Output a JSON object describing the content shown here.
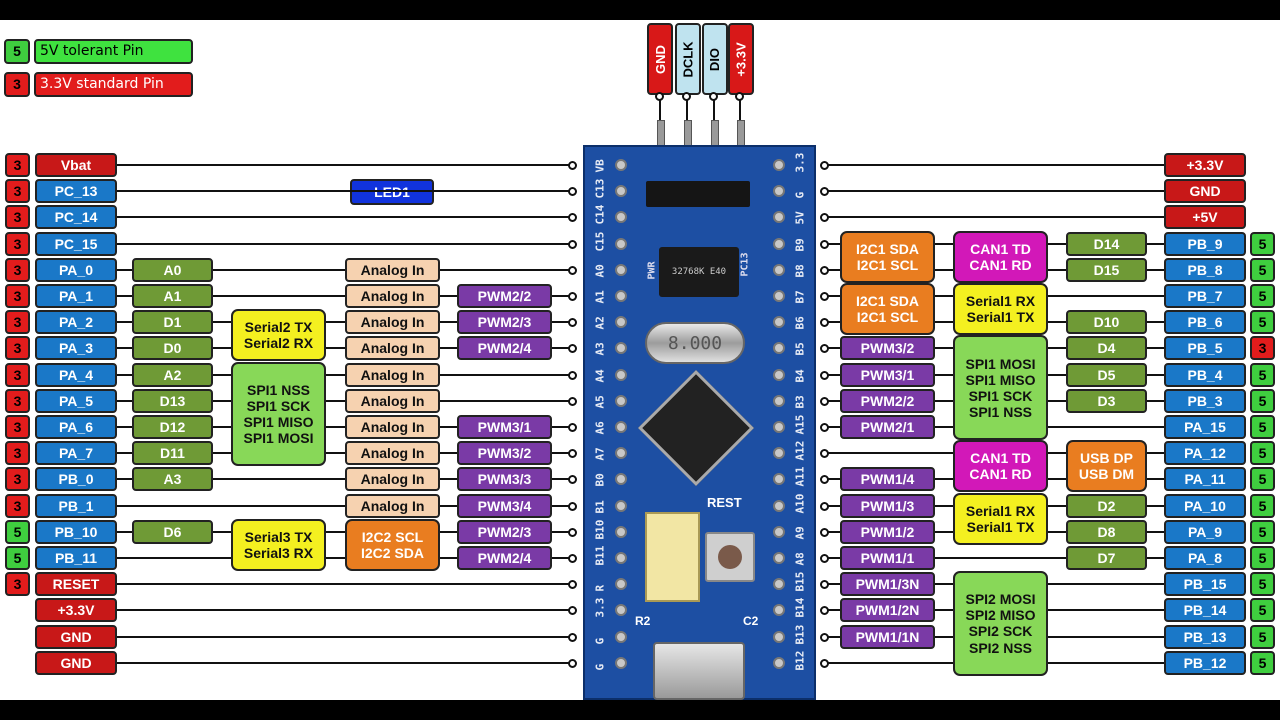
{
  "legend": [
    {
      "num": "5",
      "text": "5V tolerant Pin",
      "num_color": "#3fce3f",
      "color": "#3fe23f"
    },
    {
      "num": "3",
      "text": "3.3V standard Pin",
      "num_color": "#e21c1c",
      "color": "#e21c1c"
    }
  ],
  "top_header": [
    {
      "label": "GND",
      "color": "#d81818"
    },
    {
      "label": "DCLK",
      "color": "#bfe3ef"
    },
    {
      "label": "DIO",
      "color": "#bfe3ef"
    },
    {
      "label": "+3.3V",
      "color": "#d81818"
    }
  ],
  "board": {
    "left_pins": [
      "VB",
      "C13",
      "C14",
      "C15",
      "A0",
      "A1",
      "A2",
      "A3",
      "A4",
      "A5",
      "A6",
      "A7",
      "B0",
      "B1",
      "B10",
      "B11",
      "R",
      "3.3",
      "G",
      "G"
    ],
    "right_pins": [
      "3.3",
      "G",
      "5V",
      "B9",
      "B8",
      "B7",
      "B6",
      "B5",
      "B4",
      "B3",
      "A15",
      "A12",
      "A11",
      "A10",
      "A9",
      "A8",
      "B15",
      "B14",
      "B13",
      "B12"
    ],
    "pwr_label": "PWR",
    "pc13_label": "PC13",
    "rest_label": "REST",
    "r2_label": "R2",
    "c2_label": "C2",
    "crystal_text": "8.000",
    "small_chip_text": "32768K E40"
  },
  "led1": "LED1",
  "left_rows": [
    {
      "tol": "3",
      "pin": "Vbat",
      "pin_color": "#c81818"
    },
    {
      "tol": "3",
      "pin": "PC_13",
      "pin_color": "#1a78c8"
    },
    {
      "tol": "3",
      "pin": "PC_14",
      "pin_color": "#1a78c8"
    },
    {
      "tol": "3",
      "pin": "PC_15",
      "pin_color": "#1a78c8"
    },
    {
      "tol": "3",
      "pin": "PA_0",
      "pin_color": "#1a78c8"
    },
    {
      "tol": "3",
      "pin": "PA_1",
      "pin_color": "#1a78c8"
    },
    {
      "tol": "3",
      "pin": "PA_2",
      "pin_color": "#1a78c8"
    },
    {
      "tol": "3",
      "pin": "PA_3",
      "pin_color": "#1a78c8"
    },
    {
      "tol": "3",
      "pin": "PA_4",
      "pin_color": "#1a78c8"
    },
    {
      "tol": "3",
      "pin": "PA_5",
      "pin_color": "#1a78c8"
    },
    {
      "tol": "3",
      "pin": "PA_6",
      "pin_color": "#1a78c8"
    },
    {
      "tol": "3",
      "pin": "PA_7",
      "pin_color": "#1a78c8"
    },
    {
      "tol": "3",
      "pin": "PB_0",
      "pin_color": "#1a78c8"
    },
    {
      "tol": "3",
      "pin": "PB_1",
      "pin_color": "#1a78c8"
    },
    {
      "tol": "5",
      "pin": "PB_10",
      "pin_color": "#1a78c8"
    },
    {
      "tol": "5",
      "pin": "PB_11",
      "pin_color": "#1a78c8"
    },
    {
      "tol": "3",
      "pin": "RESET",
      "pin_color": "#c81818"
    },
    {
      "tol": "",
      "pin": "+3.3V",
      "pin_color": "#c81818"
    },
    {
      "tol": "",
      "pin": "GND",
      "pin_color": "#c81818"
    },
    {
      "tol": "",
      "pin": "GND",
      "pin_color": "#c81818"
    }
  ],
  "left_arduino": {
    "4": "A0",
    "5": "A1",
    "6": "D1",
    "7": "D0",
    "8": "A2",
    "9": "D13",
    "10": "D12",
    "11": "D11",
    "12": "A3",
    "14": "D6"
  },
  "left_analog": [
    "Analog In",
    "Analog In",
    "Analog In",
    "Analog In",
    "Analog In",
    "Analog In",
    "Analog In",
    "Analog In",
    "Analog In",
    "Analog In"
  ],
  "left_pwm": {
    "5": "PWM2/2",
    "6": "PWM2/3",
    "7": "PWM2/4",
    "10": "PWM3/1",
    "11": "PWM3/2",
    "12": "PWM3/3",
    "13": "PWM3/4",
    "14": "PWM2/3",
    "15": "PWM2/4"
  },
  "left_groups": {
    "serial2": [
      "Serial2 TX",
      "Serial2 RX"
    ],
    "spi1": [
      "SPI1 NSS",
      "SPI1 SCK",
      "SPI1 MISO",
      "SPI1 MOSI"
    ],
    "serial3": [
      "Serial3 TX",
      "Serial3 RX"
    ],
    "i2c2": [
      "I2C2 SCL",
      "I2C2 SDA"
    ]
  },
  "right_rows": [
    {
      "tol": "",
      "pin": "+3.3V",
      "pin_color": "#c81818"
    },
    {
      "tol": "",
      "pin": "GND",
      "pin_color": "#c81818"
    },
    {
      "tol": "",
      "pin": "+5V",
      "pin_color": "#c81818"
    },
    {
      "tol": "5",
      "pin": "PB_9",
      "pin_color": "#1a78c8"
    },
    {
      "tol": "5",
      "pin": "PB_8",
      "pin_color": "#1a78c8"
    },
    {
      "tol": "5",
      "pin": "PB_7",
      "pin_color": "#1a78c8"
    },
    {
      "tol": "5",
      "pin": "PB_6",
      "pin_color": "#1a78c8"
    },
    {
      "tol": "3",
      "pin": "PB_5",
      "pin_color": "#1a78c8"
    },
    {
      "tol": "5",
      "pin": "PB_4",
      "pin_color": "#1a78c8"
    },
    {
      "tol": "5",
      "pin": "PB_3",
      "pin_color": "#1a78c8"
    },
    {
      "tol": "5",
      "pin": "PA_15",
      "pin_color": "#1a78c8"
    },
    {
      "tol": "5",
      "pin": "PA_12",
      "pin_color": "#1a78c8"
    },
    {
      "tol": "5",
      "pin": "PA_11",
      "pin_color": "#1a78c8"
    },
    {
      "tol": "5",
      "pin": "PA_10",
      "pin_color": "#1a78c8"
    },
    {
      "tol": "5",
      "pin": "PA_9",
      "pin_color": "#1a78c8"
    },
    {
      "tol": "5",
      "pin": "PA_8",
      "pin_color": "#1a78c8"
    },
    {
      "tol": "5",
      "pin": "PB_15",
      "pin_color": "#1a78c8"
    },
    {
      "tol": "5",
      "pin": "PB_14",
      "pin_color": "#1a78c8"
    },
    {
      "tol": "5",
      "pin": "PB_13",
      "pin_color": "#1a78c8"
    },
    {
      "tol": "5",
      "pin": "PB_12",
      "pin_color": "#1a78c8"
    }
  ],
  "right_arduino": {
    "3": "D14",
    "4": "D15",
    "6": "D10",
    "7": "D4",
    "8": "D5",
    "9": "D3",
    "13": "D2",
    "14": "D8",
    "15": "D7"
  },
  "right_pwm": {
    "7": "PWM3/2",
    "8": "PWM3/1",
    "9": "PWM2/2",
    "10": "PWM2/1",
    "12": "PWM1/4",
    "13": "PWM1/3",
    "14": "PWM1/2",
    "15": "PWM1/1",
    "16": "PWM1/3N",
    "17": "PWM1/2N",
    "18": "PWM1/1N"
  },
  "right_groups": {
    "i2c1_a": [
      "I2C1 SDA",
      "I2C1 SCL"
    ],
    "can1_a": [
      "CAN1 TD",
      "CAN1 RD"
    ],
    "i2c1_b": [
      "I2C1 SDA",
      "I2C1 SCL"
    ],
    "serial1_a": [
      "Serial1 RX",
      "Serial1 TX"
    ],
    "spi1": [
      "SPI1 MOSI",
      "SPI1 MISO",
      "SPI1 SCK",
      "SPI1 NSS"
    ],
    "can1_b": [
      "CAN1 TD",
      "CAN1 RD"
    ],
    "usb": [
      "USB DP",
      "USB DM"
    ],
    "serial1_b": [
      "Serial1 RX",
      "Serial1 TX"
    ],
    "spi2": [
      "SPI2 MOSI",
      "SPI2 MISO",
      "SPI2 SCK",
      "SPI2 NSS"
    ]
  },
  "colors": {
    "tol5": "#3fce3f",
    "tol3": "#e21c1c",
    "arduino": "#6f9a36",
    "analog": "#f6d2b0",
    "pwm": "#7a3aa6",
    "serial": "#f4f020",
    "spi": "#88d858",
    "i2c": "#e97d20",
    "can": "#d218b8",
    "usb": "#e97d20",
    "led": "#1133dd"
  }
}
